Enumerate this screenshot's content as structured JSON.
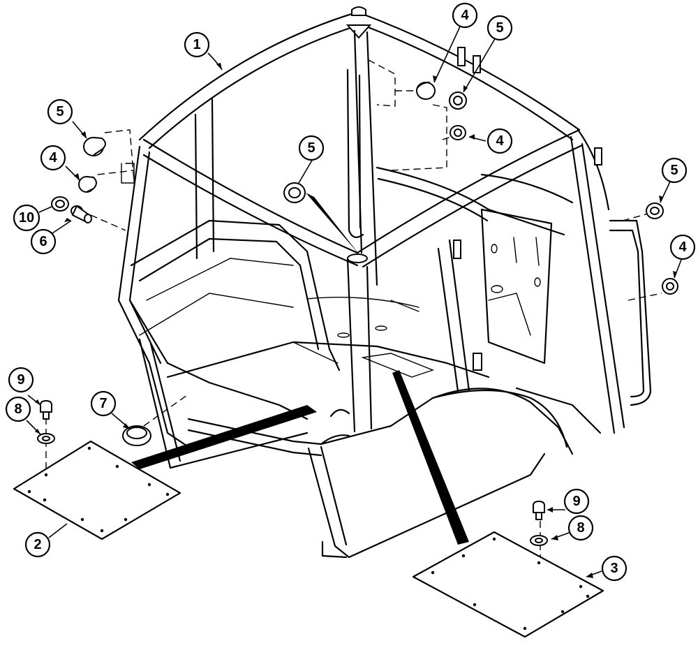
{
  "diagram": {
    "callouts": [
      {
        "id": "c1",
        "label": "1"
      },
      {
        "id": "c2",
        "label": "2"
      },
      {
        "id": "c3",
        "label": "3"
      },
      {
        "id": "c4a",
        "label": "4"
      },
      {
        "id": "c4b",
        "label": "4"
      },
      {
        "id": "c4c",
        "label": "4"
      },
      {
        "id": "c4d",
        "label": "4"
      },
      {
        "id": "c5a",
        "label": "5"
      },
      {
        "id": "c5b",
        "label": "5"
      },
      {
        "id": "c5c",
        "label": "5"
      },
      {
        "id": "c5d",
        "label": "5"
      },
      {
        "id": "c6",
        "label": "6"
      },
      {
        "id": "c7",
        "label": "7"
      },
      {
        "id": "c8a",
        "label": "8"
      },
      {
        "id": "c8b",
        "label": "8"
      },
      {
        "id": "c9a",
        "label": "9"
      },
      {
        "id": "c9b",
        "label": "9"
      },
      {
        "id": "c10",
        "label": "10"
      }
    ]
  }
}
